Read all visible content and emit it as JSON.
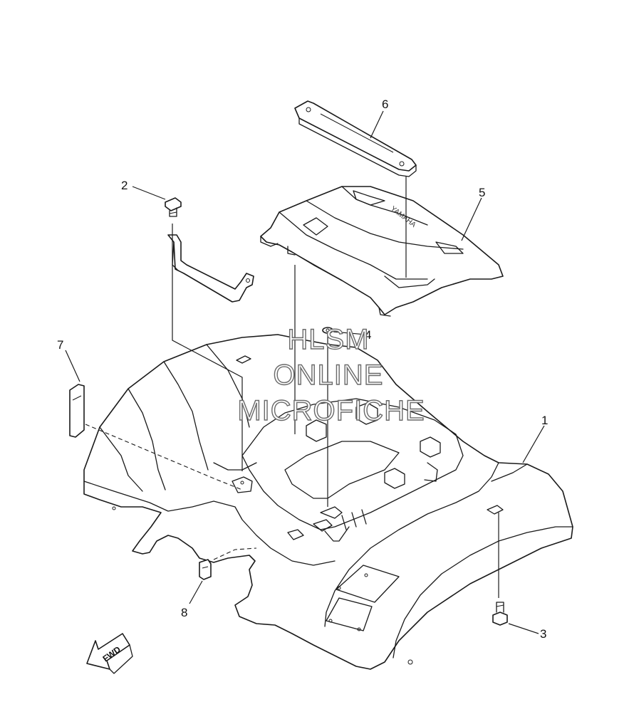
{
  "diagram": {
    "callouts": [
      "1",
      "2",
      "3",
      "4",
      "5",
      "6",
      "7",
      "8"
    ],
    "brand_mark": "YAMAHA",
    "direction_label": "FWD",
    "watermark": [
      "HLSM",
      "ONLINE",
      "MICROFICHE"
    ],
    "colors": {
      "ink": "#1a1a1a",
      "paper": "#ffffff",
      "watermark_outline": "#6a6a6a"
    }
  }
}
